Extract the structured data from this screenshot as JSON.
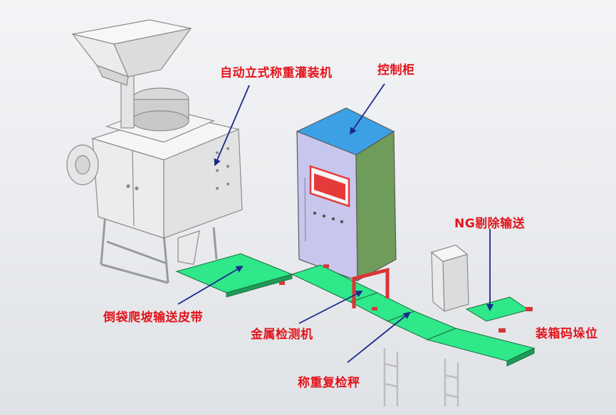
{
  "labels": {
    "filling_machine": "自动立式称重灌装机",
    "control_cabinet": "控制柜",
    "ng_reject_conveyor": "NG剔除输送",
    "incline_belt": "倒袋爬坡输送皮带",
    "metal_detector": "金属检测机",
    "packing_station": "装箱码垛位",
    "checkweigher": "称重复检秤"
  },
  "colors": {
    "label_text": "#e3141b",
    "arrow": "#1c2a8c",
    "conveyor": "#2ee88a",
    "cabinet_top": "#3ca0e6",
    "cabinet_front": "#c7c6ec",
    "cabinet_side": "#6f9c5a",
    "frame": "#e53a3a"
  }
}
